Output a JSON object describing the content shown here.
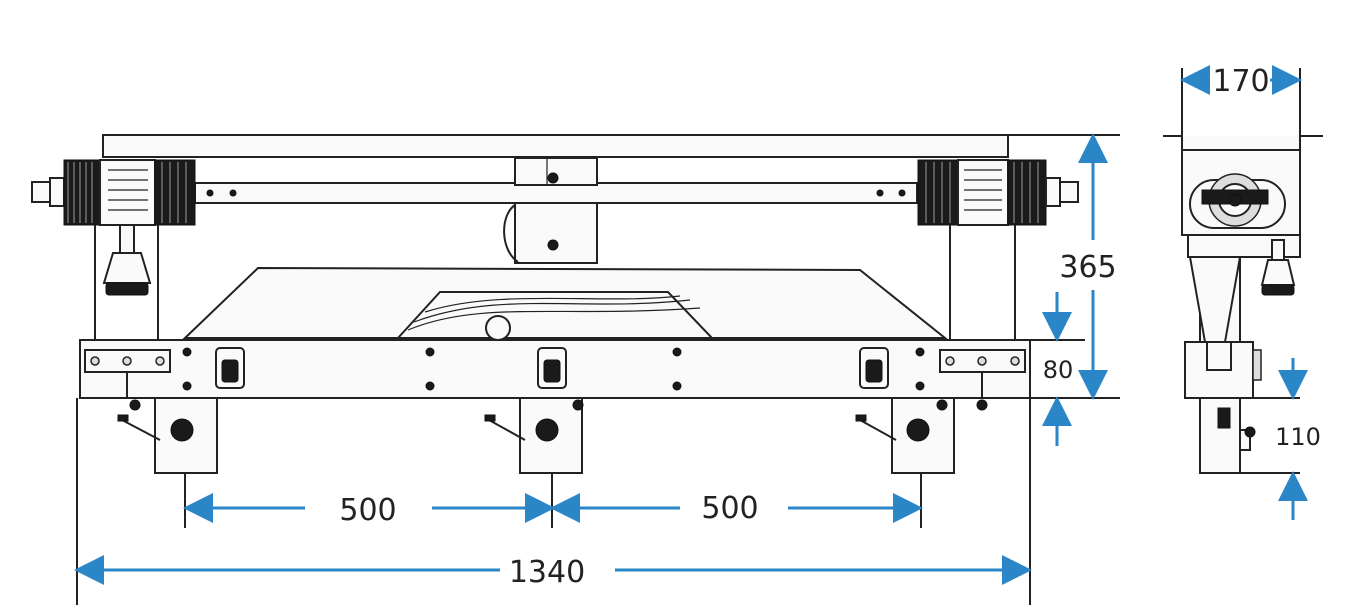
{
  "dimensions": {
    "overall_width": "1340",
    "spacing_left": "500",
    "spacing_right": "500",
    "height": "365",
    "beam_height": "80",
    "clamp_height": "110",
    "side_width": "170"
  },
  "colors": {
    "dimension_line": "#2a86c7",
    "drawing_line": "#222222"
  }
}
